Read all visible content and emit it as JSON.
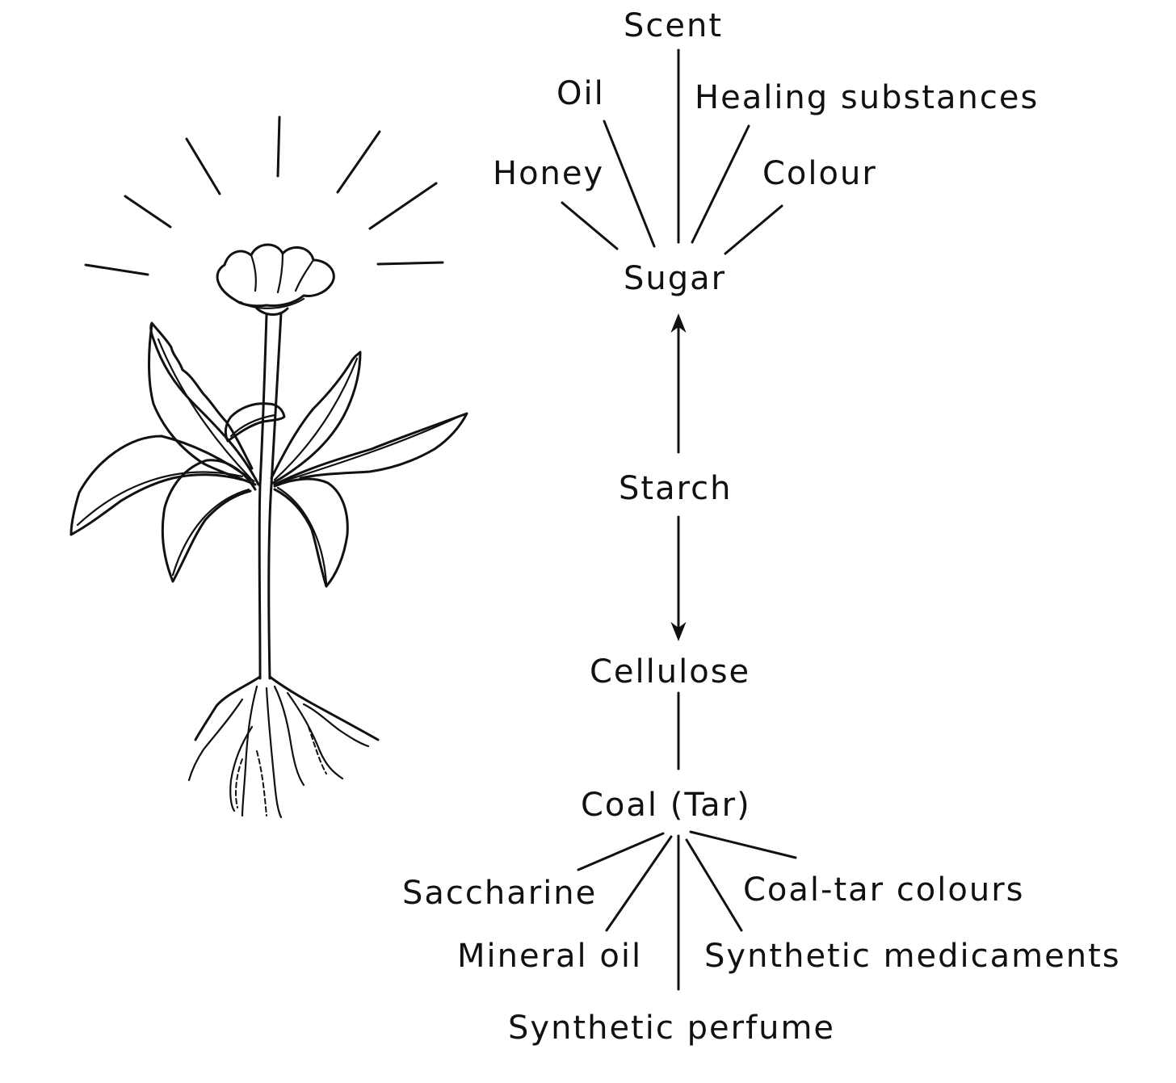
{
  "labels": {
    "scent": "Scent",
    "oil": "Oil",
    "healing_substances": "Healing substances",
    "honey": "Honey",
    "colour": "Colour",
    "sugar": "Sugar",
    "starch": "Starch",
    "cellulose": "Cellulose",
    "coal_tar": "Coal (Tar)",
    "saccharine": "Saccharine",
    "coal_tar_colours": "Coal-tar colours",
    "mineral_oil": "Mineral oil",
    "synthetic_medicaments": "Synthetic medicaments",
    "synthetic_perfume": "Synthetic perfume"
  },
  "icons": {
    "plant": "flowering-plant-with-sun-rays-icon"
  }
}
